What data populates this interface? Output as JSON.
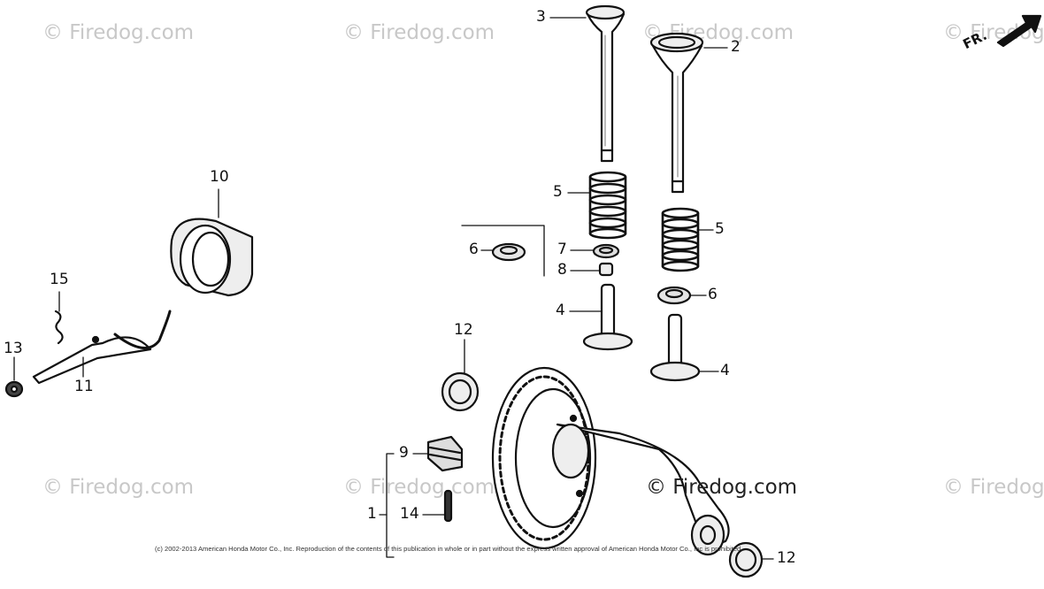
{
  "watermark": "© Firedog.com",
  "watermark_partial": "© Firedog",
  "center_watermark": "© Firedog.com",
  "copyright": "(c) 2002-2013 American Honda Motor Co., Inc. Reproduction of the contents of this publication in whole or in part without the express written approval of American Honda Motor Co., Inc is prohibited.",
  "direction_label": "FR.",
  "callouts": [
    "1",
    "2",
    "3",
    "4",
    "4",
    "5",
    "5",
    "6",
    "6",
    "7",
    "8",
    "9",
    "10",
    "11",
    "12",
    "12",
    "13",
    "14",
    "15"
  ],
  "colors": {
    "line": "#111111",
    "watermark": "#c8c8c8"
  }
}
